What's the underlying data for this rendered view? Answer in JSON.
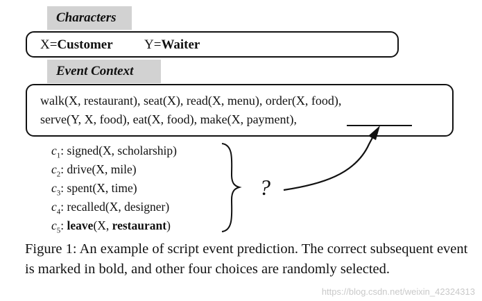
{
  "characters": {
    "heading": "Characters",
    "x_prefix": "X=",
    "x_value": "Customer",
    "y_prefix": "Y=",
    "y_value": "Waiter"
  },
  "event_context": {
    "heading": "Event Context",
    "line1": "walk(X, restaurant), seat(X), read(X, menu), order(X, food),",
    "line2": "serve(Y, X, food), eat(X, food), make(X, payment),"
  },
  "choices": [
    {
      "label": "c",
      "sub": "1",
      "pre": ": signed(X, scholarship)"
    },
    {
      "label": "c",
      "sub": "2",
      "pre": ": drive(X, mile)"
    },
    {
      "label": "c",
      "sub": "3",
      "pre": ": spent(X, time)"
    },
    {
      "label": "c",
      "sub": "4",
      "pre": ": recalled(X, designer)"
    },
    {
      "label": "c",
      "sub": "5",
      "pre": ": ",
      "bold1": "leave",
      "mid": "(X, ",
      "bold2": "restaurant",
      "post": ")"
    }
  ],
  "question_mark": "?",
  "caption": "Figure 1: An example of script event prediction. The correct subsequent event is marked in bold, and other four choices are randomly selected.",
  "watermark": "https://blog.csdn.net/weixin_42324313"
}
